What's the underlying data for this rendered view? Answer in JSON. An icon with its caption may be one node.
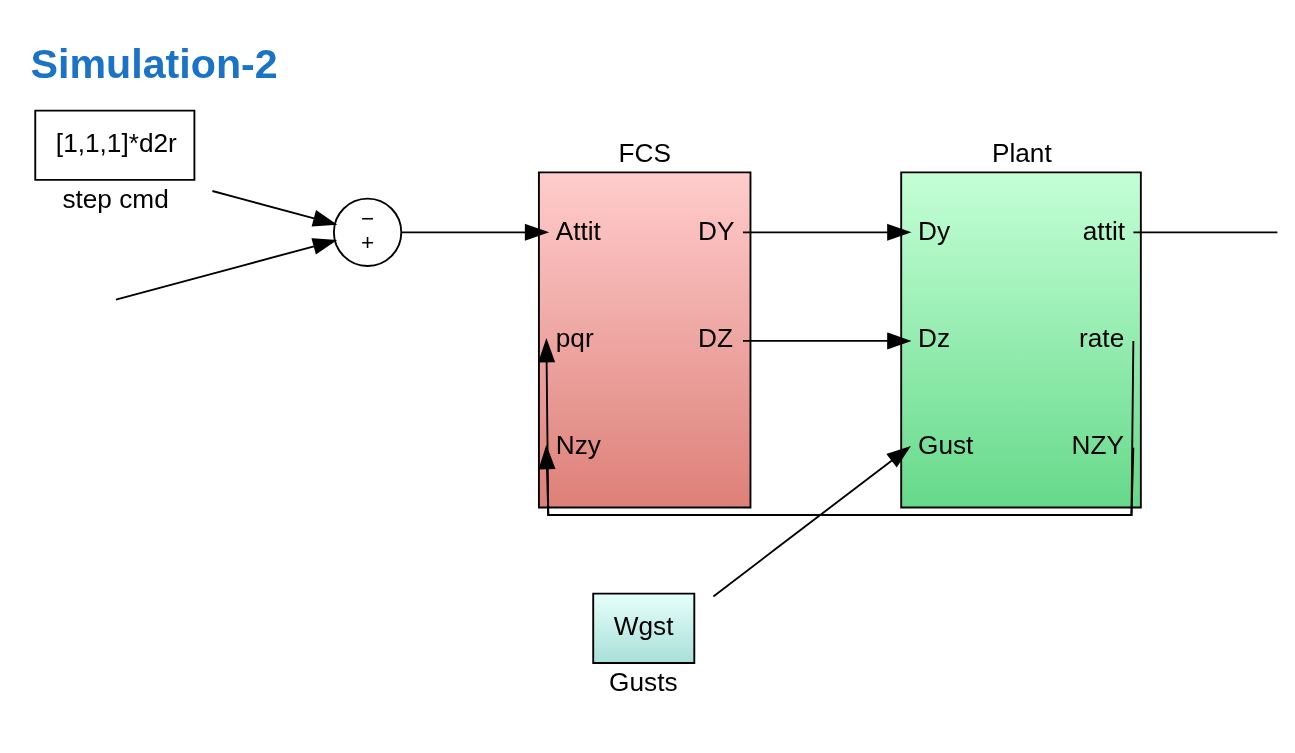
{
  "diagram": {
    "title": "Simulation-2",
    "nodes": [
      {
        "text": [
          "[1,1,1]*d2r"
        ],
        "beside": [
          "step cmd"
        ]
      },
      {
        "text": [
          "−",
          "+"
        ]
      },
      {
        "text": [
          "FCS",
          "Attit",
          "pqr",
          "Nzy",
          "DY",
          "DZ"
        ]
      },
      {
        "text": [
          "Plant",
          "Dy",
          "Dz",
          "Gust",
          "attit",
          "rate",
          "NZY"
        ]
      },
      {
        "text": [
          "Wgst"
        ],
        "beside": [
          "Gusts"
        ]
      }
    ],
    "edges": [
      {
        "from": 0,
        "to": 1,
        "arrow": "to"
      },
      {
        "from": 1,
        "to": 2,
        "arrow": "to"
      },
      {
        "from": 2,
        "to": 3,
        "arrow": "to"
      },
      {
        "from": 2,
        "to": 3,
        "arrow": "to"
      },
      {
        "from": 4,
        "to": 3,
        "arrow": "to"
      },
      {
        "from": 3,
        "to": null,
        "arrow": "none"
      },
      {
        "from": 3,
        "to": 2,
        "arrow": "to"
      },
      {
        "from": 3,
        "to": 2,
        "arrow": "to"
      },
      {
        "from": null,
        "to": 1,
        "arrow": "to"
      }
    ]
  }
}
